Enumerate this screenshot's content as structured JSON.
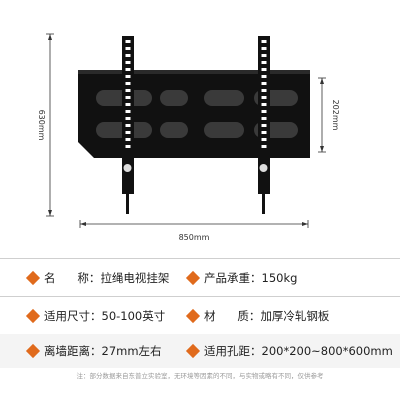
{
  "diagram": {
    "width_label": "850mm",
    "height_label": "630mm",
    "hole_span_label": "202mm"
  },
  "specs": {
    "rows": [
      [
        {
          "key": "名      称：",
          "value": "拉绳电视挂架"
        },
        {
          "key": "产品承重：",
          "value": "150kg"
        }
      ],
      [
        {
          "key": "适用尺寸：",
          "value": "50-100英寸"
        },
        {
          "key": "材      质：",
          "value": "加厚冷轧钢板"
        }
      ],
      [
        {
          "key": "离墙距离：",
          "value": "27mm左右"
        },
        {
          "key": "适用孔距：",
          "value": "200*200~800*600mm"
        }
      ]
    ]
  },
  "footnote": "注：部分数据来自东普立实验室，无环境等因素的不同，与实物或略有不同，仅供参考",
  "colors": {
    "accent": "#e06a1c",
    "metal": "#111111"
  }
}
